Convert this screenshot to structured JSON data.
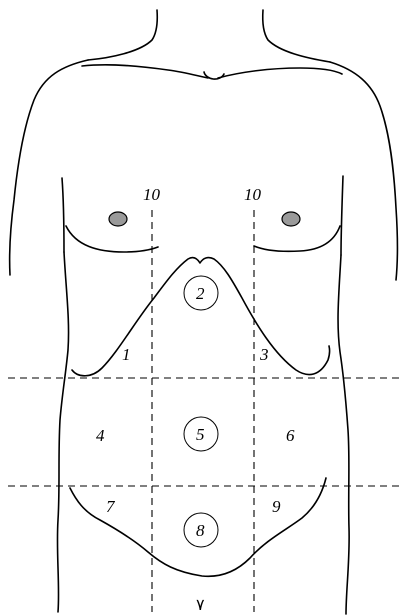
{
  "diagram": {
    "vertical_line_labels": {
      "left": "10",
      "right": "10"
    },
    "bottom_label": "٧",
    "regions": [
      {
        "id": "1",
        "label": "1",
        "circled": false
      },
      {
        "id": "2",
        "label": "2",
        "circled": true
      },
      {
        "id": "3",
        "label": "3",
        "circled": false
      },
      {
        "id": "4",
        "label": "4",
        "circled": false
      },
      {
        "id": "5",
        "label": "5",
        "circled": true
      },
      {
        "id": "6",
        "label": "6",
        "circled": false
      },
      {
        "id": "7",
        "label": "7",
        "circled": false
      },
      {
        "id": "8",
        "label": "8",
        "circled": true
      },
      {
        "id": "9",
        "label": "9",
        "circled": false
      }
    ],
    "colors": {
      "stroke": "#000000",
      "nipple_fill": "#9a9a9a",
      "background": "#ffffff"
    }
  }
}
